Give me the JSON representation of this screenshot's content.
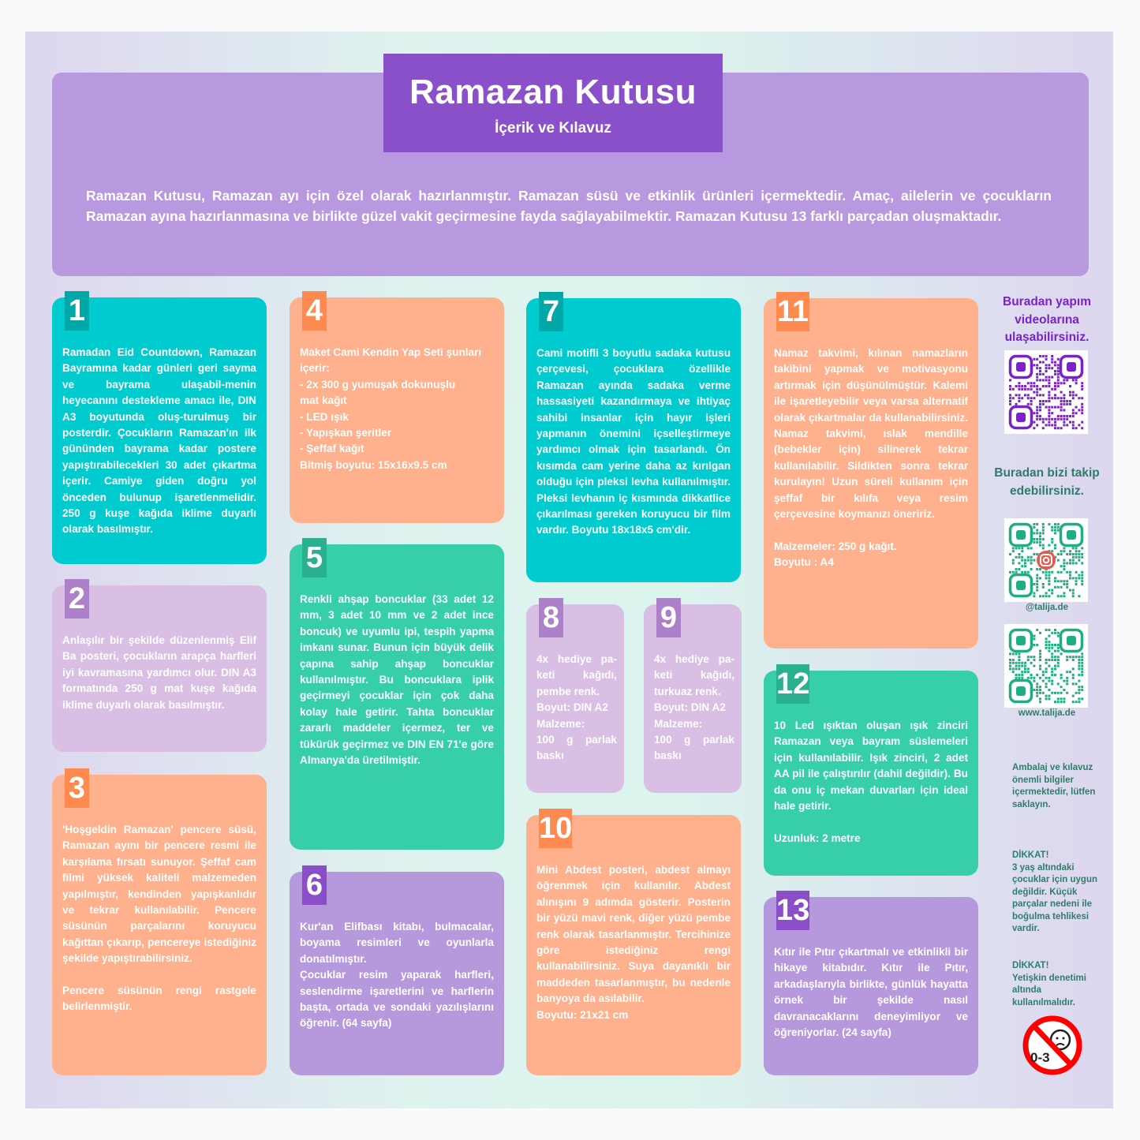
{
  "header": {
    "title": "Ramazan Kutusu",
    "subtitle": "İçerik ve Kılavuz",
    "intro": "Ramazan Kutusu, Ramazan ayı için özel olarak hazırlanmıştır. Ramazan süsü ve etkinlik ürünleri içermektedir. Amaç, ailelerin ve çocukların Ramazan ayına hazırlanmasına ve birlikte güzel vakit geçirmesine fayda sağlayabilmektir. Ramazan Kutusu 13 farklı parçadan oluşmaktadır."
  },
  "colors": {
    "teal": "#00ccd0",
    "peach": "#ffb08c",
    "lavender": "#d8bfe3",
    "green": "#36cfa9",
    "purple": "#b698dd",
    "title": "#8a50c9"
  },
  "items": [
    {
      "num": "1",
      "text": "Ramadan Eid Countdown, Ramazan Bayramına kadar günleri geri sayma ve bayrama ulaşabil-menin heyecanını destekleme amacı ile, DIN A3 boyutunda oluş-turulmuş bir posterdir. Çocukların Ramazan'ın ilk gününden bayrama kadar postere yapıştırabilecekleri 30 adet çıkartma içerir. Camiye giden doğru yol önceden bulunup işaretlenmelidir. 250 g kuşe kağıda iklime duyarlı olarak basılmıştır."
    },
    {
      "num": "2",
      "text": "Anlaşılır bir şekilde düzenlenmiş Elif Ba posteri, çocukların arapça harfleri iyi kavramasına yardımcı olur. DIN A3 formatında 250 g mat kuşe kağıda iklime duyarlı olarak basılmıştır."
    },
    {
      "num": "3",
      "text": "'Hoşgeldin Ramazan' pencere süsü, Ramazan ayını bir pencere resmi ile karşılama fırsatı sunuyor. Şeffaf cam filmi yüksek kaliteli malzemeden yapılmıştır, kendinden yapışkanlıdır ve tekrar kullanılabilir. Pencere süsünün parçalarını koruyucu kağıttan çıkarıp, pencereye istediğiniz şekilde yapıştırabilirsiniz.\n\nPencere süsünün rengi rastgele belirlenmiştir."
    },
    {
      "num": "4",
      "text": "Maket Cami Kendin Yap Seti şunları içerir:\n- 2x 300 g  yumuşak dokunuşlu\n   mat kağıt\n- LED ışık\n- Yapışkan şeritler\n- Şeffaf kağıt\nBitmiş boyutu: 15x16x9.5 cm"
    },
    {
      "num": "5",
      "text": "Renkli ahşap boncuklar (33 adet 12 mm, 3 adet 10 mm ve 2 adet ince boncuk) ve uyumlu ipi, tespih yapma imkanı sunar. Bunun için büyük delik çapına sahip ahşap boncuklar kullanılmıştır. Bu boncuklara iplik geçirmeyi çocuklar için çok daha kolay hale getirir. Tahta boncuklar zararlı maddeler içermez, ter ve tükürük geçirmez ve DIN EN 71'e göre Almanya'da üretilmiştir."
    },
    {
      "num": "6",
      "text": "Kur'an Elifbası kitabı, bulmacalar, boyama resimleri ve oyunlarla donatılmıştır.\nÇocuklar resim yaparak harfleri, seslendirme işaretlerini ve harflerin başta, ortada ve sondaki yazılışlarını öğrenir. (64 sayfa)"
    },
    {
      "num": "7",
      "text": "Cami motifli 3 boyutlu sadaka kutusu çerçevesi, çocuklara özellikle Ramazan ayında sadaka verme hassasiyeti kazandırmaya ve ihtiyaç sahibi insanlar için hayır işleri yapmanın önemini içselleştirmeye yardımcı olmak için tasarlandı. Ön kısımda cam yerine daha az kırılgan olduğu için pleksi levha kullanılmıştır. Pleksi levhanın iç kısmında dikkatlice çıkarılması gereken koruyucu bir film vardır. Boyutu 18x18x5 cm'dir."
    },
    {
      "num": "8",
      "text": "4x hediye pa-keti kağıdı, pembe renk.\nBoyut: DIN A2\nMalzeme:\n100 g parlak baskı"
    },
    {
      "num": "9",
      "text": "4x hediye pa-keti kağıdı, turkuaz renk.\nBoyut: DIN A2\nMalzeme:\n100 g parlak baskı"
    },
    {
      "num": "10",
      "text": "Mini Abdest posteri, abdest almayı öğrenmek için kullanılır. Abdest alınışını 9 adımda gösterir. Posterin bir yüzü mavi renk, diğer yüzü pembe renk olarak tasarlanmıştır. Tercihinize göre istediğiniz rengi kullanabilirsiniz. Suya dayanıklı bir maddeden tasarlanmıştır, bu nedenle banyoya da asılabilir.\nBoyutu: 21x21 cm"
    },
    {
      "num": "11",
      "text": "Namaz takvimi, kılınan namazların takibini yapmak ve motivasyonu artırmak için düşünülmüştür. Kalemi ile işaretleyebilir veya varsa alternatif olarak çıkartmalar da kullanabilirsiniz. Namaz takvimi, ıslak mendille (bebekler için) silinerek tekrar kullanılabilir. Sildikten sonra tekrar kurulayın! Uzun süreli kullanım için şeffaf bir kılıfa veya resim çerçevesine koymanızı öneririz.\n\nMalzemeler: 250 g kağıt.\nBoyutu : A4"
    },
    {
      "num": "12",
      "text": "10 Led ışıktan oluşan ışık zinciri Ramazan veya bayram süslemeleri için kullanılabilir. Işık zinciri, 2 adet AA pil ile çalıştırılır (dahil değildir). Bu da onu iç mekan duvarları için ideal hale getirir.\n\nUzunluk: 2 metre"
    },
    {
      "num": "13",
      "text": "Kıtır ile Pıtır çıkartmalı ve etkinlikli bir hikaye kitabıdır. Kıtır ile Pıtır, arkadaşlarıyla birlikte, günlük hayatta örnek bir şekilde nasıl davranacaklarını deneyimliyor ve öğreniyorlar. (24 sayfa)"
    }
  ],
  "sidebar": {
    "videos_label": "Buradan yapım videolarına ulaşabilirsiniz.",
    "follow_label": "Buradan bizi takip edebilirsiniz.",
    "instagram_handle": "@talija.de",
    "website": "www.talija.de",
    "note": "Ambalaj ve kılavuz önemli bilgiler içermektedir, lütfen saklayın.",
    "warning1": "DİKKAT!\n3 yaş altındaki çocuklar için uygun değildir. Küçük parçalar nedeni ile boğulma tehlikesi vardir.",
    "warning2": "DİKKAT!\nYetişkin denetimi altında kullanılmalıdır.",
    "age_label": "0-3"
  }
}
